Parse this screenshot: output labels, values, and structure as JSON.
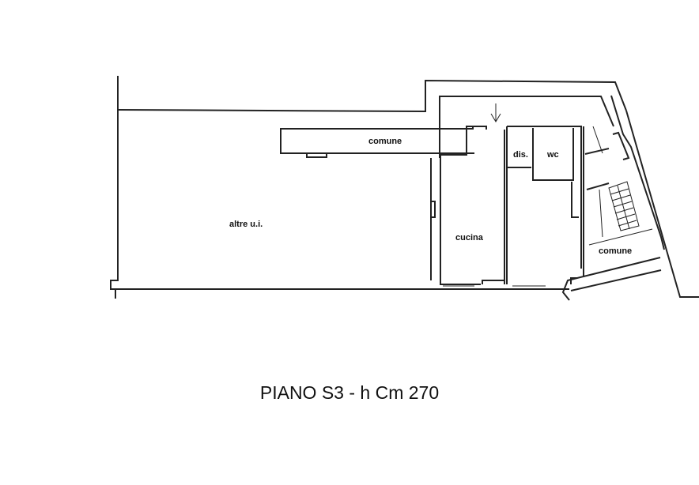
{
  "rooms": {
    "corridor_top": "comune",
    "other_units": "altre u.i.",
    "kitchen": "cucina",
    "hallway": "dis.",
    "toilet": "wc",
    "corridor_right": "comune"
  },
  "caption": "PIANO S3 - h Cm 270"
}
